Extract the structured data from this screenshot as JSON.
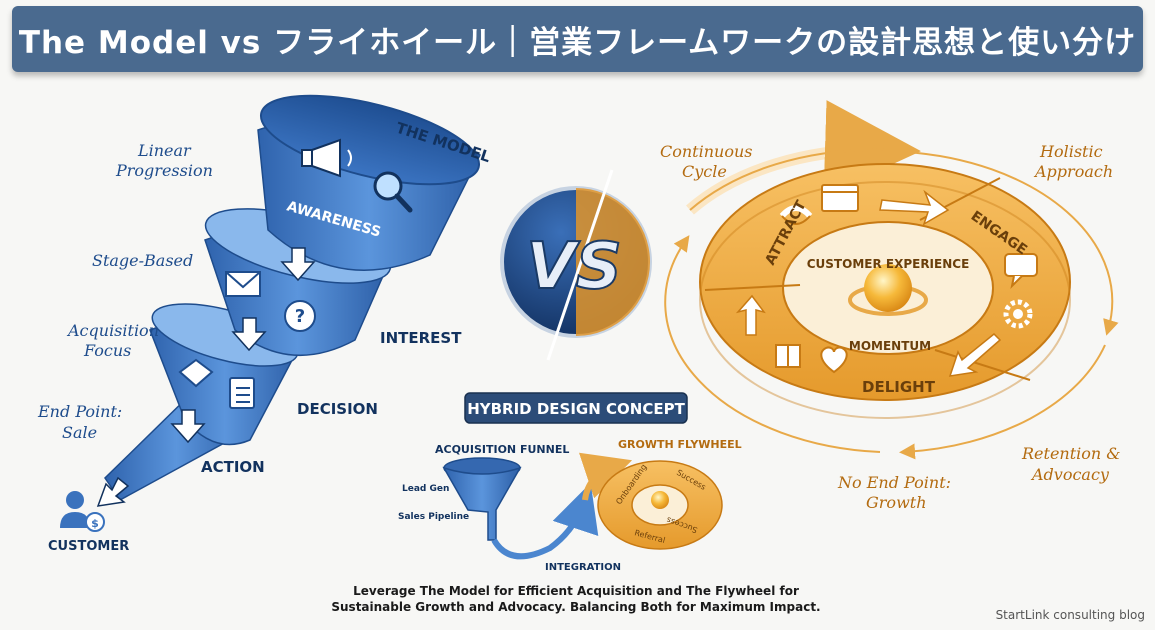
{
  "header": {
    "title": "The Model vs フライホイール｜営業フレームワークの設計思想と使い分け"
  },
  "model": {
    "title": "THE MODEL",
    "stages": {
      "awareness": "AWARENESS",
      "interest": "INTEREST",
      "decision": "DECISION",
      "action": "ACTION"
    },
    "customer": "CUSTOMER",
    "notes": {
      "linear_1": "Linear",
      "linear_2": "Progression",
      "stage": "Stage-Based",
      "acq_1": "Acquisition",
      "acq_2": "Focus",
      "end_1": "End Point:",
      "end_2": "Sale"
    }
  },
  "vs": {
    "label": "VS"
  },
  "flywheel": {
    "segments": {
      "attract": "ATTRACT",
      "engage": "ENGAGE",
      "delight": "DELIGHT"
    },
    "center_top": "CUSTOMER EXPERIENCE",
    "center_bottom": "MOMENTUM",
    "notes": {
      "cont_1": "Continuous",
      "cont_2": "Cycle",
      "hol_1": "Holistic",
      "hol_2": "Approach",
      "ret_1": "Retention &",
      "ret_2": "Advocacy",
      "noend_1": "No End Point:",
      "noend_2": "Growth"
    }
  },
  "hybrid": {
    "badge": "HYBRID DESIGN CONCEPT",
    "funnel_label": "ACQUISITION FUNNEL",
    "flywheel_label": "GROWTH FLYWHEEL",
    "lead_gen": "Lead Gen",
    "sales_pipeline": "Sales Pipeline",
    "integration": "INTEGRATION",
    "mini_segments": [
      "Onboarding",
      "Success",
      "Referral",
      "Success"
    ],
    "caption_1": "Leverage The Model for Efficient Acquisition and The Flywheel for",
    "caption_2": "Sustainable Growth and Advocacy. Balancing Both for Maximum Impact."
  },
  "footer": {
    "credit": "StartLink consulting blog"
  },
  "colors": {
    "header": "#4a6a8f",
    "funnel_blue": "#3f78c4",
    "flywheel_orange": "#f0a83a",
    "vs_navy": "#1e3d6e"
  }
}
